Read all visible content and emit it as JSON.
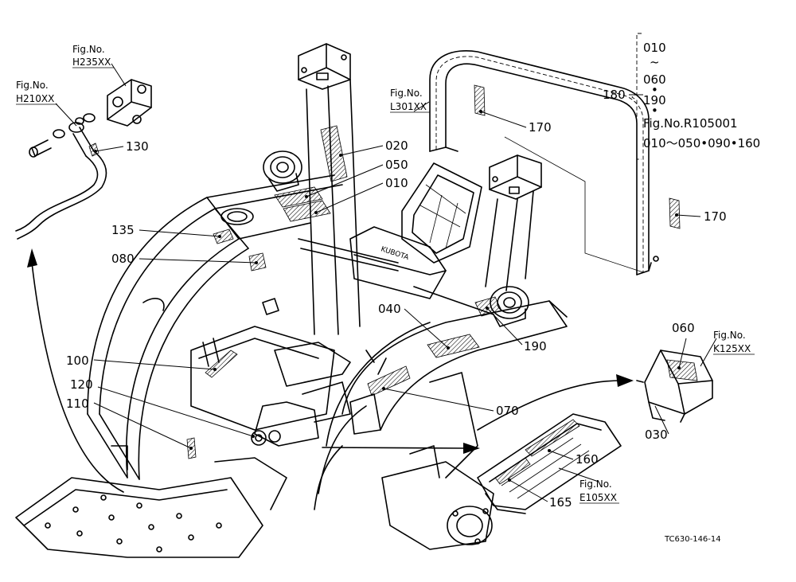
{
  "labels": {
    "l010": "010",
    "l020": "020",
    "l030": "030",
    "l040": "040",
    "l050": "050",
    "l060": "060",
    "l070": "070",
    "l080": "080",
    "l100": "100",
    "l110": "110",
    "l120": "120",
    "l130": "130",
    "l135": "135",
    "l160": "160",
    "l165": "165",
    "l170a": "170",
    "l170b": "170",
    "l180": "180",
    "l190": "190"
  },
  "figure_refs": {
    "h235_title": "Fig.No.",
    "h235_code": "H235XX",
    "h210_title": "Fig.No.",
    "h210_code": "H210XX",
    "l301_title": "Fig.No.",
    "l301_code": "L301XX",
    "k125_title": "Fig.No.",
    "k125_code": "K125XX",
    "e105_title": "Fig.No.",
    "e105_code": "E105XX"
  },
  "bracket_list": {
    "line1": "010",
    "line2": "~",
    "line3": "060",
    "line4": "•",
    "line5": "190",
    "line6": "•",
    "line7": "Fig.No.R105001",
    "line8": "010～050•090•160"
  },
  "drawing_code": "TC630-146-14"
}
